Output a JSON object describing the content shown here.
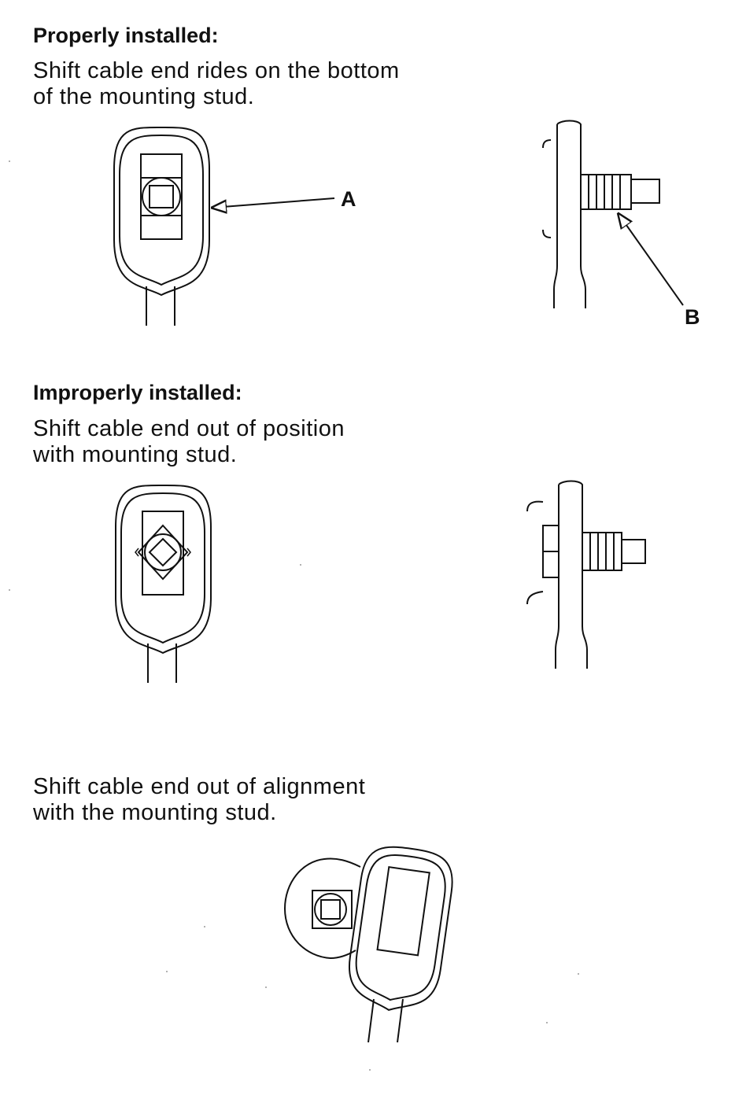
{
  "sections": [
    {
      "heading": "Properly installed:",
      "lines": [
        "Shift cable end rides on the bottom",
        "of the mounting stud."
      ]
    },
    {
      "heading": "Improperly installed:",
      "lines": [
        "Shift cable end out of position",
        "with mounting stud."
      ]
    },
    {
      "heading": "",
      "lines": [
        "Shift cable end out of alignment",
        "with the mounting stud."
      ]
    }
  ],
  "callouts": {
    "a": "A",
    "b": "B"
  }
}
